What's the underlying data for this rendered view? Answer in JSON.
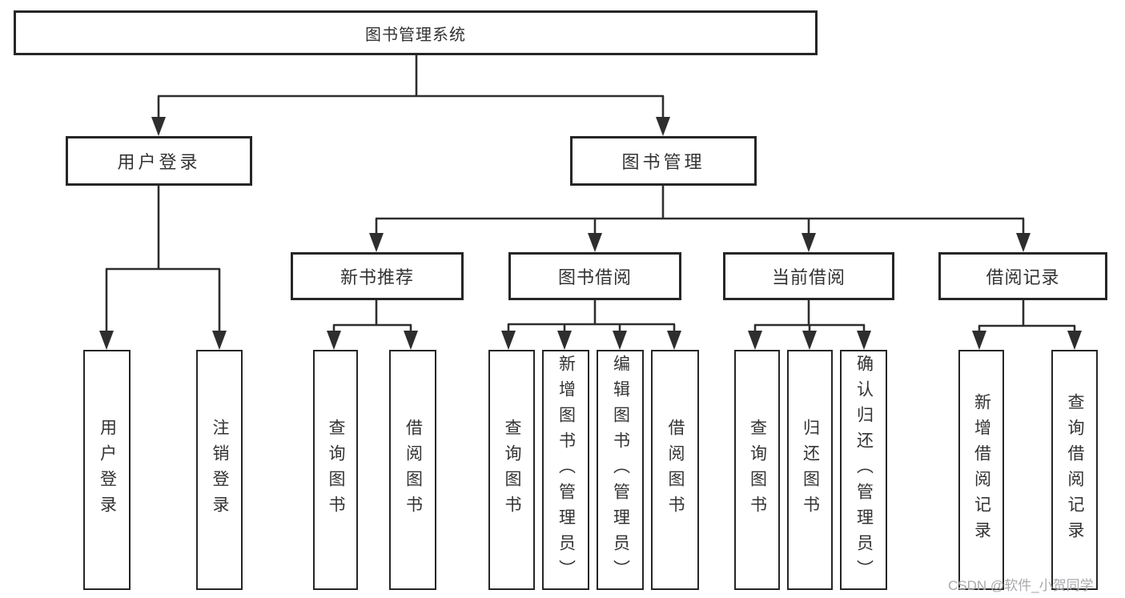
{
  "diagram": {
    "root": {
      "label": "图书管理系统"
    },
    "level2": {
      "user_login": {
        "label": "用户登录"
      },
      "book_mgmt": {
        "label": "图书管理"
      }
    },
    "level3": {
      "new_book_rec": {
        "label": "新书推荐"
      },
      "book_borrow": {
        "label": "图书借阅"
      },
      "current_borrow": {
        "label": "当前借阅"
      },
      "borrow_records": {
        "label": "借阅记录"
      }
    },
    "level4": {
      "user_login": {
        "label": "用户登录"
      },
      "logout": {
        "label": "注销登录"
      },
      "query_books_rec": {
        "label": "查询图书"
      },
      "borrow_books_rec": {
        "label": "借阅图书"
      },
      "query_books_borrow": {
        "label": "查询图书"
      },
      "add_books_admin": {
        "label": "新增图书（管理员）"
      },
      "edit_books_admin": {
        "label": "编辑图书（管理员）"
      },
      "borrow_books": {
        "label": "借阅图书"
      },
      "query_books_current": {
        "label": "查询图书"
      },
      "return_books": {
        "label": "归还图书"
      },
      "confirm_return_admin": {
        "label": "确认归还（管理员）"
      },
      "add_borrow_record": {
        "label": "新增借阅记录"
      },
      "query_borrow_record": {
        "label": "查询借阅记录"
      }
    }
  },
  "watermark": {
    "text": "CSDN @软件_小贺同学"
  },
  "colors": {
    "line": "#2e2e2e",
    "box_border": "#262626",
    "text": "#333333",
    "watermark": "#a9a9ad",
    "background": "#ffffff"
  }
}
